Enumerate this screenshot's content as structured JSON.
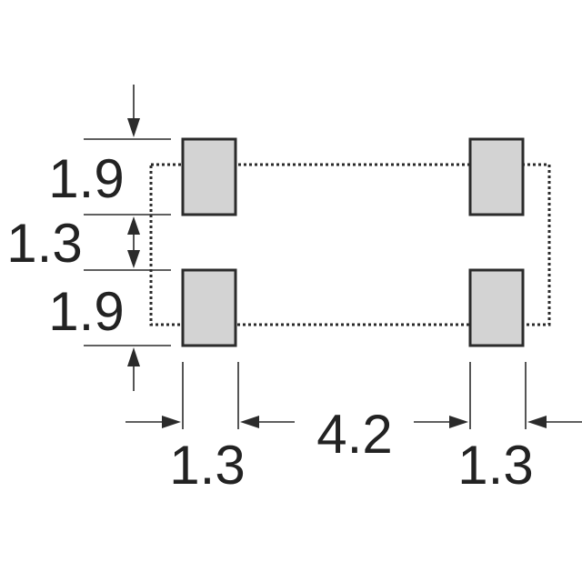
{
  "dimensions": {
    "pad_height_top": "1.9",
    "pad_gap_vertical": "1.3",
    "pad_height_bottom": "1.9",
    "pad_width_left": "1.3",
    "pad_gap_horizontal": "4.2",
    "pad_width_right": "1.3"
  },
  "colors": {
    "pad_fill": "#d3d3d3",
    "line": "#2b2b2b",
    "text": "#222222"
  }
}
